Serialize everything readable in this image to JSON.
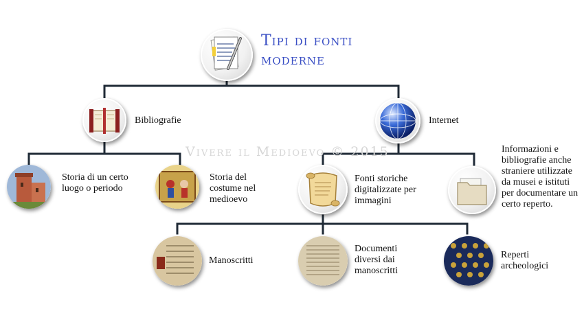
{
  "title_line1": "Tipi di fonti",
  "title_line2": "moderne",
  "watermark": "Vivere il Medioevo © 2015",
  "nodes": {
    "bibliografie": "Bibliografie",
    "internet": "Internet",
    "storia_luogo": "Storia di un certo luogo o periodo",
    "storia_costume": "Storia del costume nel medioevo",
    "fonti_storiche": "Fonti storiche digitalizzate per immagini",
    "informazioni": "Informazioni e bibliografie anche straniere utilizzate da musei e istituti per documentare un certo reperto.",
    "manoscritti": "Manoscritti",
    "documenti": "Documenti diversi dai manoscritti",
    "reperti": "Reperti archeologici"
  },
  "colors": {
    "title": "#3a4fc4",
    "connector": "#1f2a36"
  }
}
